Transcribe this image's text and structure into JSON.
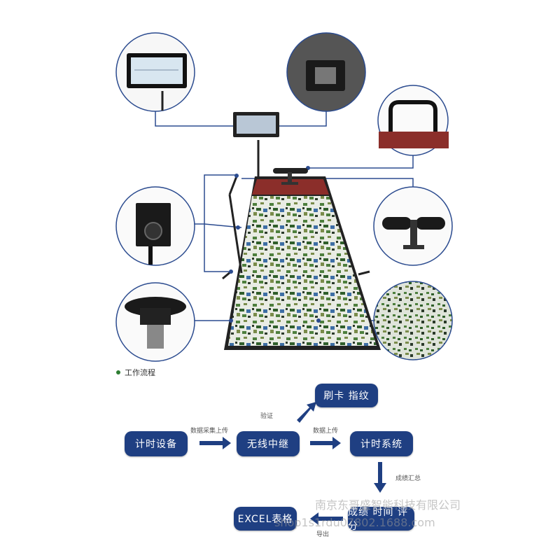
{
  "section_title": "工作流程",
  "nodes": {
    "timer_device": "计时设备",
    "wireless_relay": "无线中继",
    "card_fingerprint": "刷卡 指纹",
    "timing_system": "计时系统",
    "score_time_rating": "成绩 时间 评分",
    "excel_table": "EXCEL表格"
  },
  "edges": {
    "data_collect_upload": "数据采集上传",
    "verify": "验证",
    "data_upload": "数据上传",
    "score_summary": "成绩汇总",
    "export": "导出"
  },
  "watermark": {
    "line1": "南京东哥盛智能科技有限公司",
    "line2": "shop1s1rdu07802.1688.com"
  },
  "colors": {
    "node_fill": "#1f3f82",
    "connector": "#2b4b8f",
    "mat_red": "#8b2e2a"
  }
}
